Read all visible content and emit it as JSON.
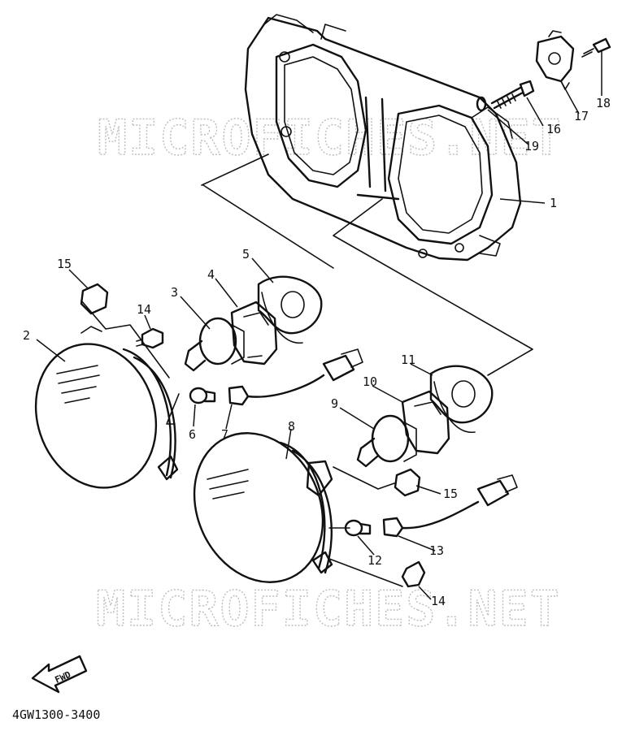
{
  "diagram": {
    "watermark_top": "MICROFICHES.NET",
    "watermark_bottom": "MICROFICHES.NET",
    "drawing_code": "4GW1300-3400",
    "direction_label": "FWD",
    "parts": [
      {
        "id": "p1",
        "number": "1"
      },
      {
        "id": "p2",
        "number": "2"
      },
      {
        "id": "p3",
        "number": "3"
      },
      {
        "id": "p4",
        "number": "4"
      },
      {
        "id": "p5",
        "number": "5"
      },
      {
        "id": "p6",
        "number": "6"
      },
      {
        "id": "p7",
        "number": "7"
      },
      {
        "id": "p8",
        "number": "8"
      },
      {
        "id": "p9",
        "number": "9"
      },
      {
        "id": "p10",
        "number": "10"
      },
      {
        "id": "p11",
        "number": "11"
      },
      {
        "id": "p12",
        "number": "12"
      },
      {
        "id": "p13",
        "number": "13"
      },
      {
        "id": "p14a",
        "number": "14"
      },
      {
        "id": "p14b",
        "number": "14"
      },
      {
        "id": "p15a",
        "number": "15"
      },
      {
        "id": "p15b",
        "number": "15"
      },
      {
        "id": "p16",
        "number": "16"
      },
      {
        "id": "p17",
        "number": "17"
      },
      {
        "id": "p18",
        "number": "18"
      },
      {
        "id": "p19",
        "number": "19"
      }
    ]
  }
}
